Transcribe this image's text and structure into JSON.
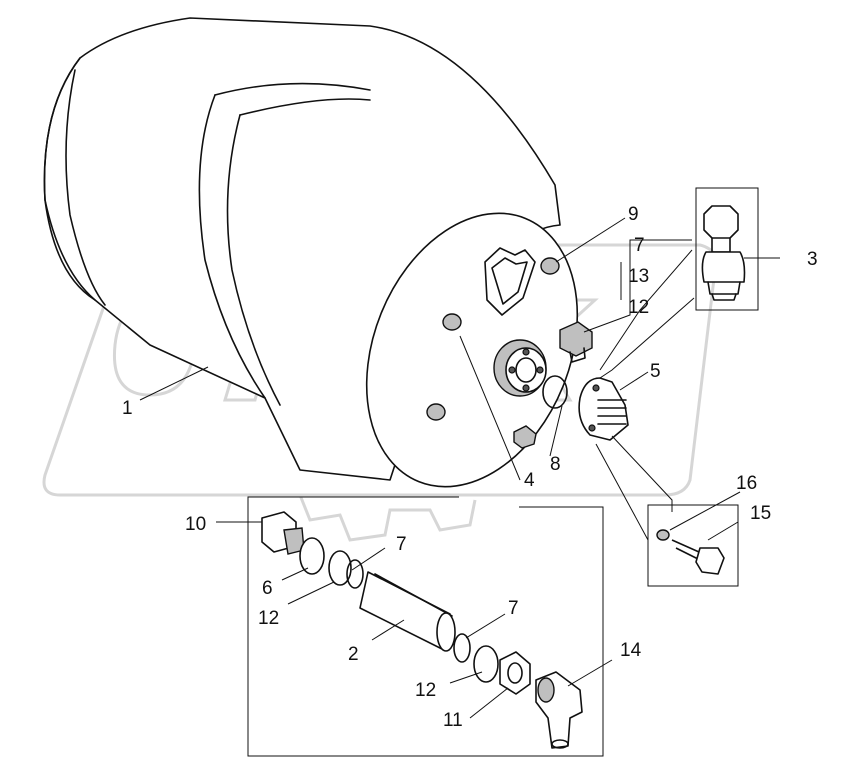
{
  "watermark": "OPEX",
  "callouts": [
    {
      "id": "c1",
      "text": "1"
    },
    {
      "id": "c2",
      "text": "2"
    },
    {
      "id": "c3",
      "text": "3"
    },
    {
      "id": "c4",
      "text": "4"
    },
    {
      "id": "c5",
      "text": "5"
    },
    {
      "id": "c6",
      "text": "6"
    },
    {
      "id": "c7a",
      "text": "7"
    },
    {
      "id": "c7b",
      "text": "7"
    },
    {
      "id": "c7c",
      "text": "7"
    },
    {
      "id": "c8",
      "text": "8"
    },
    {
      "id": "c9",
      "text": "9"
    },
    {
      "id": "c10",
      "text": "10"
    },
    {
      "id": "c11",
      "text": "11"
    },
    {
      "id": "c12a",
      "text": "12"
    },
    {
      "id": "c12b",
      "text": "12"
    },
    {
      "id": "c12c",
      "text": "12"
    },
    {
      "id": "c13",
      "text": "13"
    },
    {
      "id": "c14",
      "text": "14"
    },
    {
      "id": "c15",
      "text": "15"
    },
    {
      "id": "c16",
      "text": "16"
    }
  ]
}
